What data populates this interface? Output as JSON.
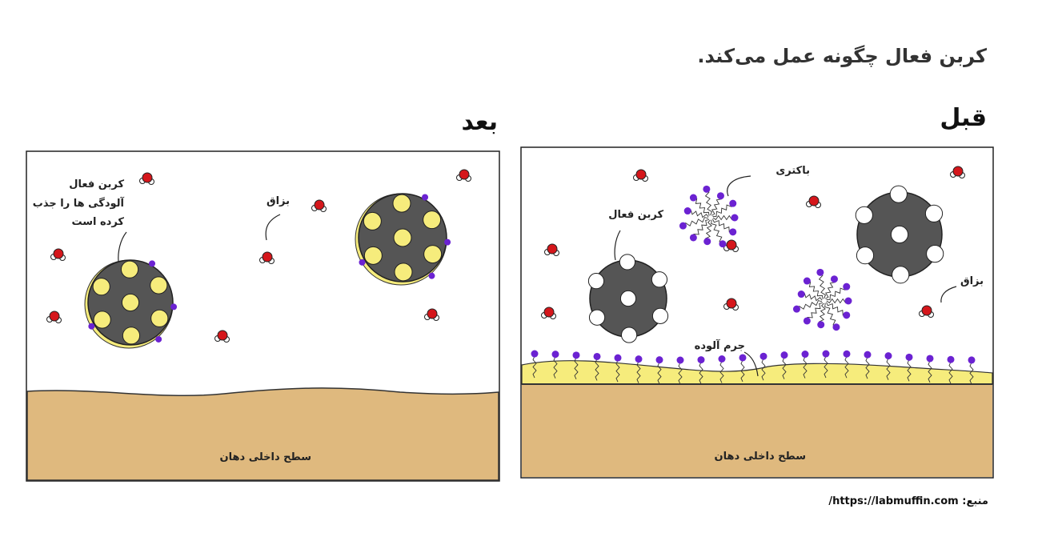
{
  "title": "کربن فعال چگونه عمل می‌کند.",
  "before": {
    "heading": "قبل",
    "labels": {
      "bacteria": "باکتری",
      "activated_carbon": "کربن فعال",
      "saliva": "بزاق",
      "plaque": "جرم آلوده",
      "surface": "سطح داخلی دهان"
    }
  },
  "after": {
    "heading": "بعد",
    "labels": {
      "carbon_line1": "کربن فعال",
      "carbon_line2": "آلودگی ها را جذب",
      "carbon_line3": "کرده است",
      "saliva": "بزاق",
      "surface": "سطح داخلی دهان"
    }
  },
  "source": "منبع: https://labmuffin.com/",
  "colors": {
    "sand": "#dfb97e",
    "yellow": "#f6ec7c",
    "carbon": "#555555",
    "purple": "#6b22d2",
    "red": "#d5161b"
  }
}
